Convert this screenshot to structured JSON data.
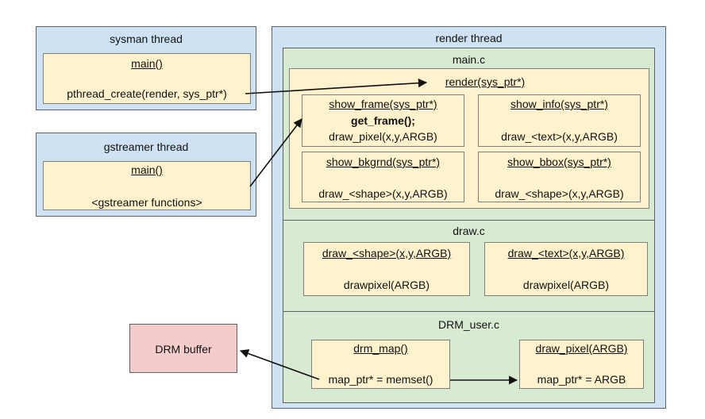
{
  "sysman": {
    "title": "sysman thread",
    "inner_title": "main()",
    "line1": "pthread_create(render, sys_ptr*)"
  },
  "gstreamer": {
    "title": "gstreamer thread",
    "inner_title": "main()",
    "line1": "<gstreamer functions>"
  },
  "render": {
    "title": "render thread",
    "main_c": {
      "title": "main.c",
      "render_fn": "render(sys_ptr*)",
      "show_frame": {
        "title": "show_frame(sys_ptr*)",
        "line1": "get_frame();",
        "line2": "draw_pixel(x,y,ARGB)"
      },
      "show_info": {
        "title": "show_info(sys_ptr*)",
        "line1": "draw_<text>(x,y,ARGB)"
      },
      "show_bkgrnd": {
        "title": "show_bkgrnd(sys_ptr*)",
        "line1": "draw_<shape>(x,y,ARGB)"
      },
      "show_bbox": {
        "title": "show_bbox(sys_ptr*)",
        "line1": "draw_<shape>(x,y,ARGB)"
      }
    },
    "draw_c": {
      "title": "draw.c",
      "shape": {
        "title": "draw_<shape>(x,y,ARGB)",
        "line1": "drawpixel(ARGB)"
      },
      "text": {
        "title": "draw_<text>(x,y,ARGB)",
        "line1": "drawpixel(ARGB)"
      }
    },
    "drm_user_c": {
      "title": "DRM_user.c",
      "drm_map": {
        "title": "drm_map()",
        "line1": "map_ptr* = memset()"
      },
      "draw_pixel": {
        "title": "draw_pixel(ARGB)",
        "line1": "map_ptr* = ARGB"
      }
    }
  },
  "drm_buffer": {
    "label": "DRM buffer"
  }
}
